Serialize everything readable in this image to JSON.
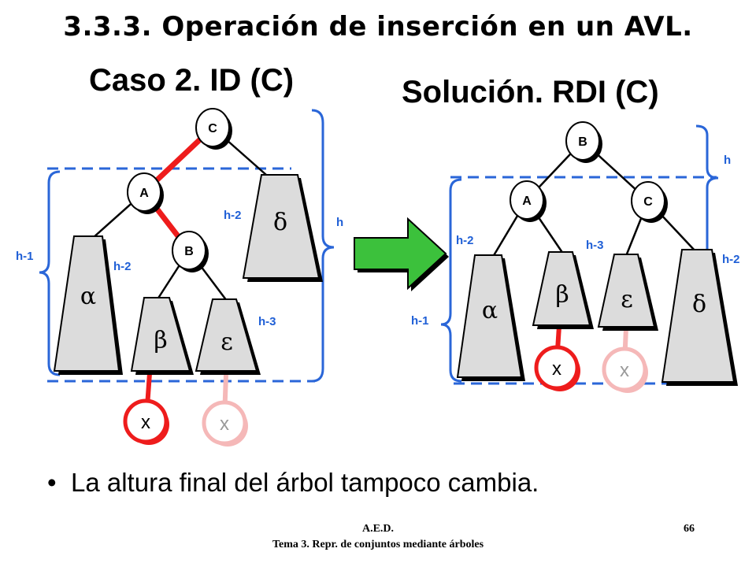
{
  "slide_title": "3.3.3. Operación de inserción en un AVL.",
  "left_title": "Caso 2. ID (C)",
  "right_title": "Solución. RDI (C)",
  "left_tree": {
    "nodes": {
      "c": "C",
      "a": "A",
      "b": "B"
    },
    "subtrees": {
      "alpha": "α",
      "beta": "β",
      "epsilon": "ε",
      "delta": "δ"
    },
    "inserted": "x",
    "inserted_alt": "x",
    "heights": {
      "h_minus_1": "h-1",
      "h_minus_2_a": "h-2",
      "h_minus_2_delta": "h-2",
      "h": "h",
      "h_minus_3": "h-3"
    }
  },
  "right_tree": {
    "nodes": {
      "b": "B",
      "a": "A",
      "c": "C"
    },
    "subtrees": {
      "alpha": "α",
      "beta": "β",
      "epsilon": "ε",
      "delta": "δ"
    },
    "inserted": "x",
    "inserted_alt": "x",
    "heights": {
      "h": "h",
      "h_minus_2_left": "h-2",
      "h_minus_3": "h-3",
      "h_minus_2_right": "h-2",
      "h_minus_1": "h-1"
    }
  },
  "colors": {
    "edge_highlight": "#ee1c1c",
    "dashed": "#2a66d8",
    "arrow": "#3cc13c",
    "subtree_fill": "#dcdcdc"
  },
  "bullet": "La altura final del árbol tampoco cambia.",
  "footer": {
    "course": "A.E.D.",
    "topic": "Tema 3. Repr. de conjuntos mediante árboles",
    "page": "66"
  }
}
